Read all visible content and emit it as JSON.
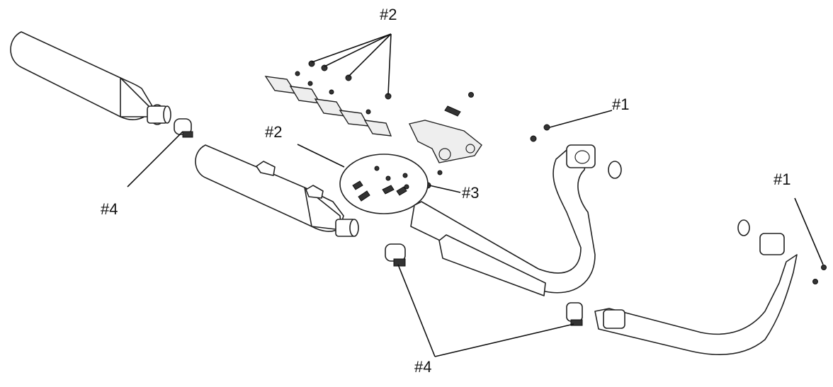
{
  "callouts": {
    "top_hardware": "#2",
    "mid_hardware": "#2",
    "upper_flange_nut": "#1",
    "right_flange_nut": "#1",
    "gasket": "#3",
    "left_clamp": "#4",
    "bottom_clamps": "#4"
  },
  "colors": {
    "line": "#222222",
    "background": "#ffffff"
  }
}
